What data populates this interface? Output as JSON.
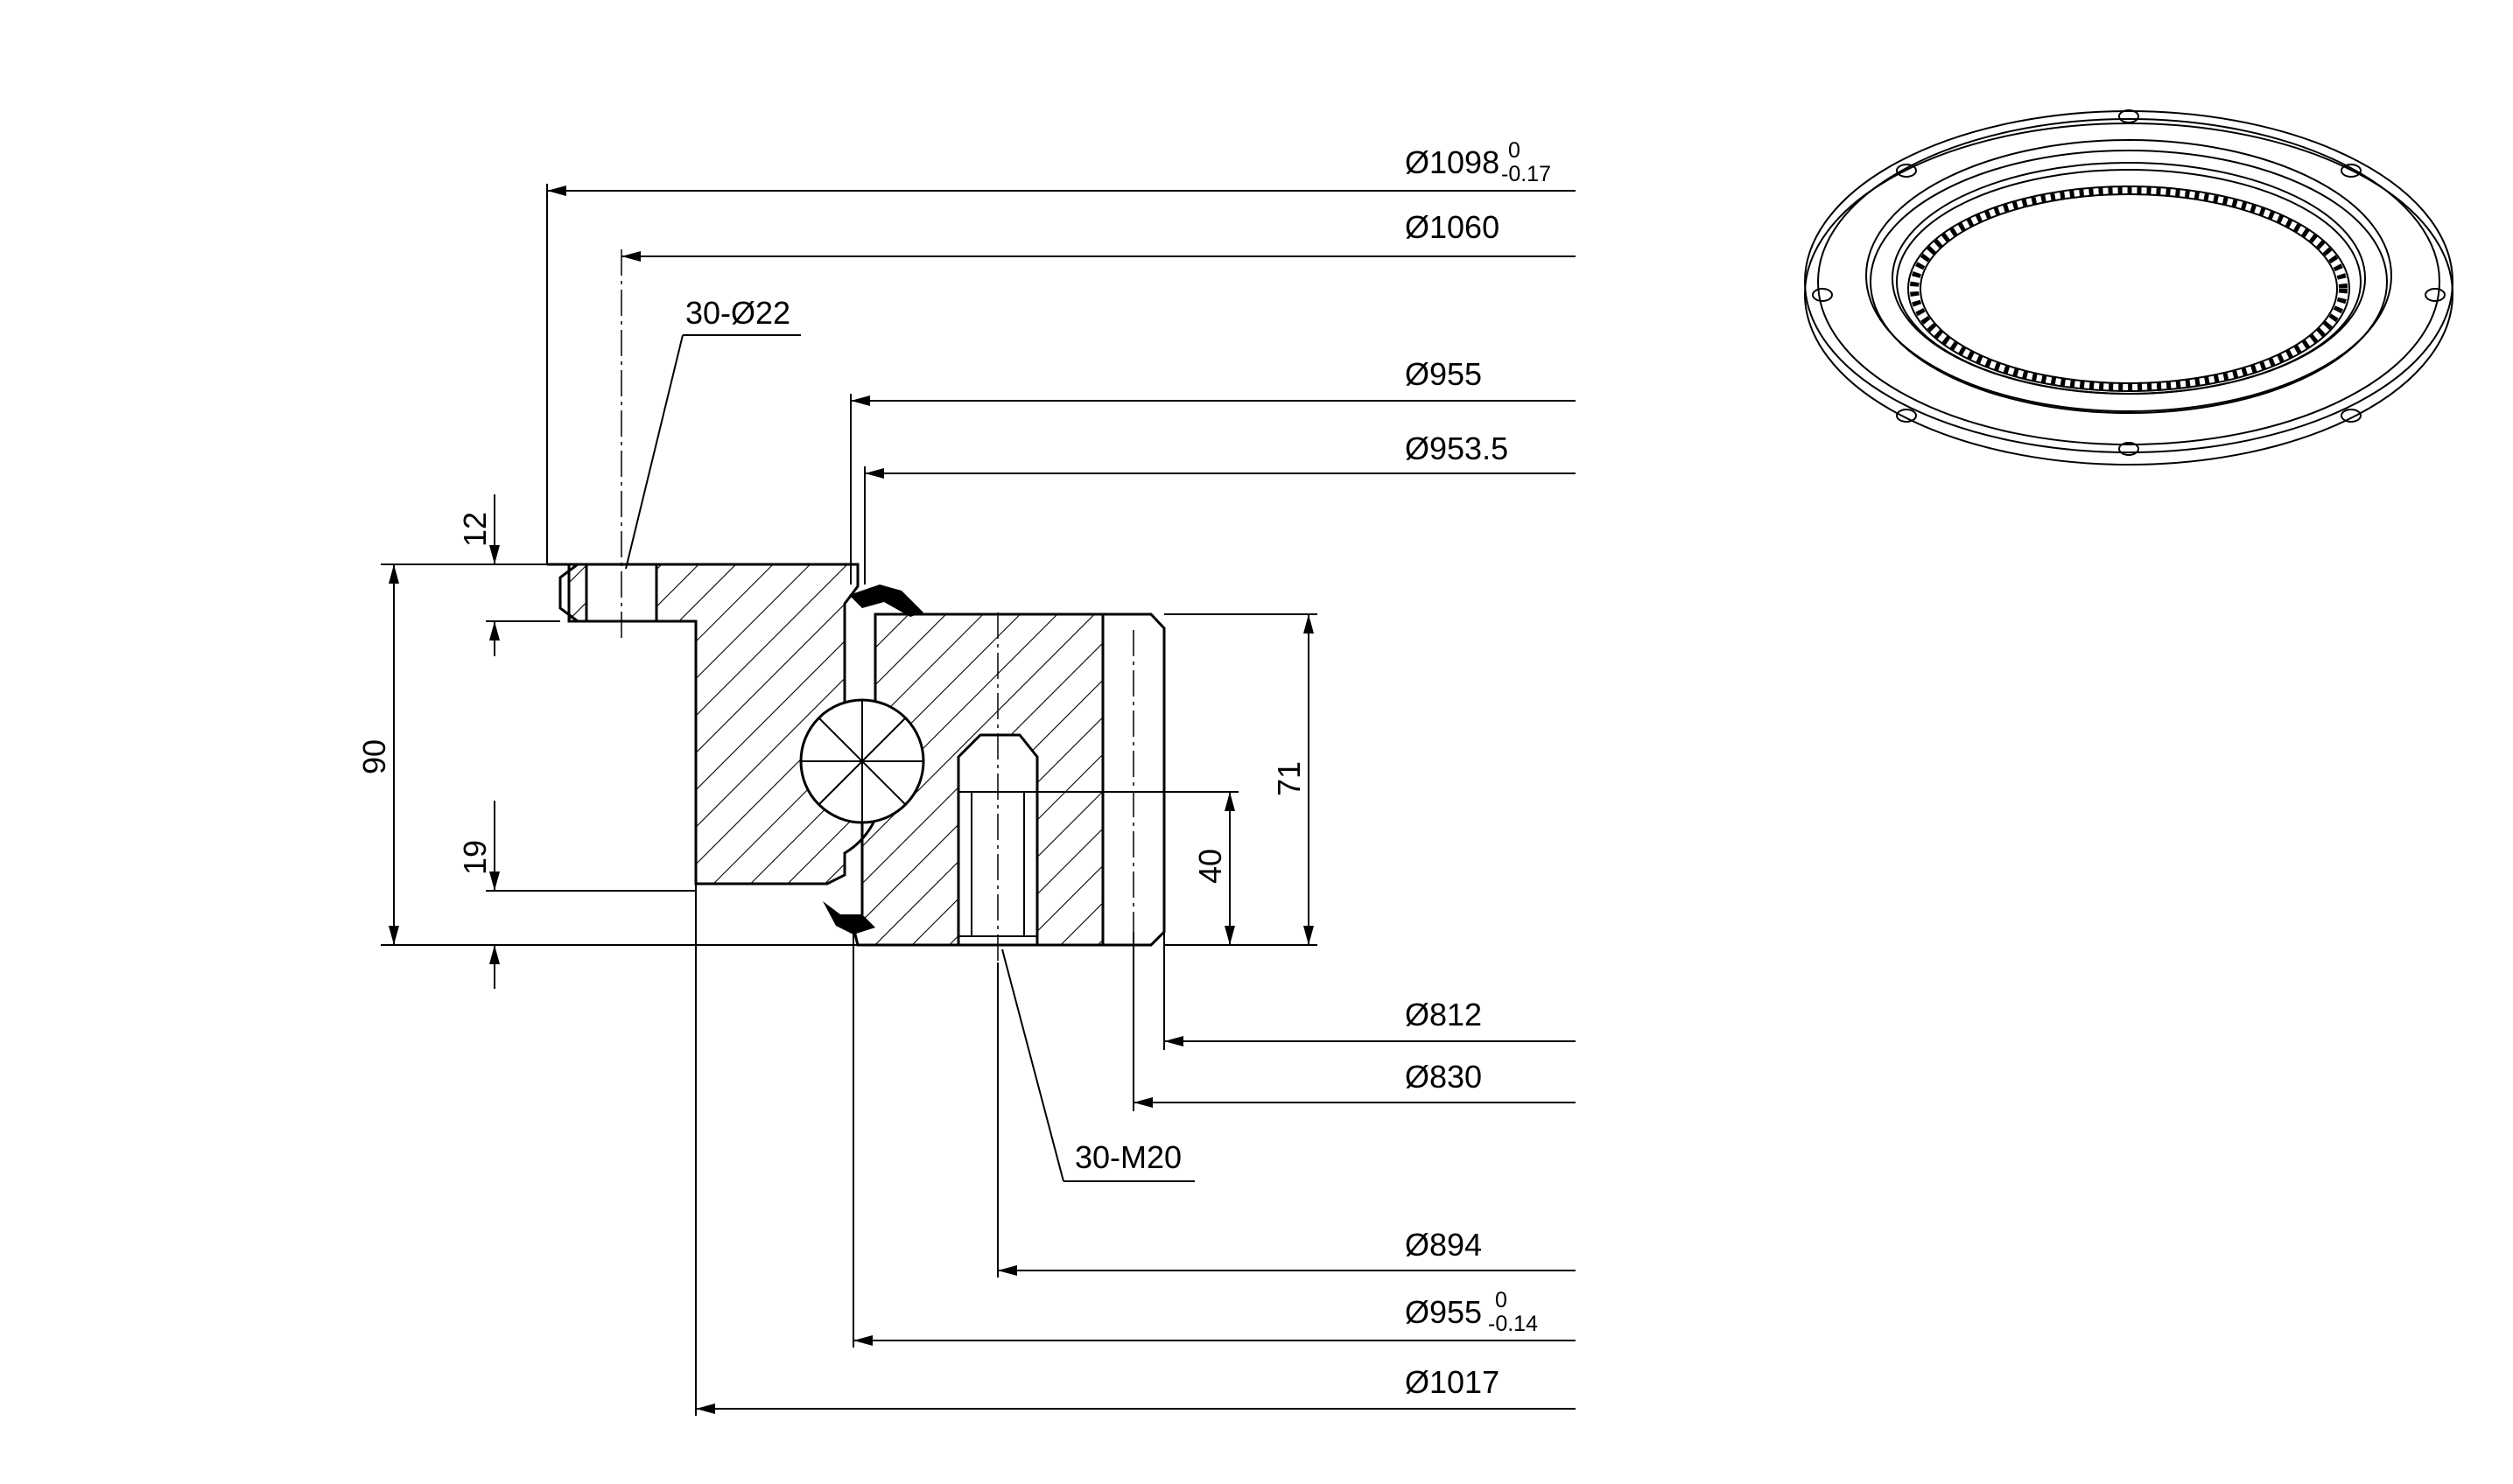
{
  "drawing": {
    "dimensions": {
      "od_flange": {
        "text": "Ø1098",
        "tol_upper": "0",
        "tol_lower": "-0.17"
      },
      "bolt_circle": "Ø1060",
      "holes": "30-Ø22",
      "d955": "Ø955",
      "d953_5": "Ø953.5",
      "d812": "Ø812",
      "d830": "Ø830",
      "threads": "30-M20",
      "d894": "Ø894",
      "d955_tol": {
        "text": "Ø955",
        "tol_upper": "0",
        "tol_lower": "-0.14"
      },
      "d1017": "Ø1017",
      "h12": "12",
      "h90": "90",
      "h19": "19",
      "h71": "71",
      "h40": "40"
    }
  }
}
